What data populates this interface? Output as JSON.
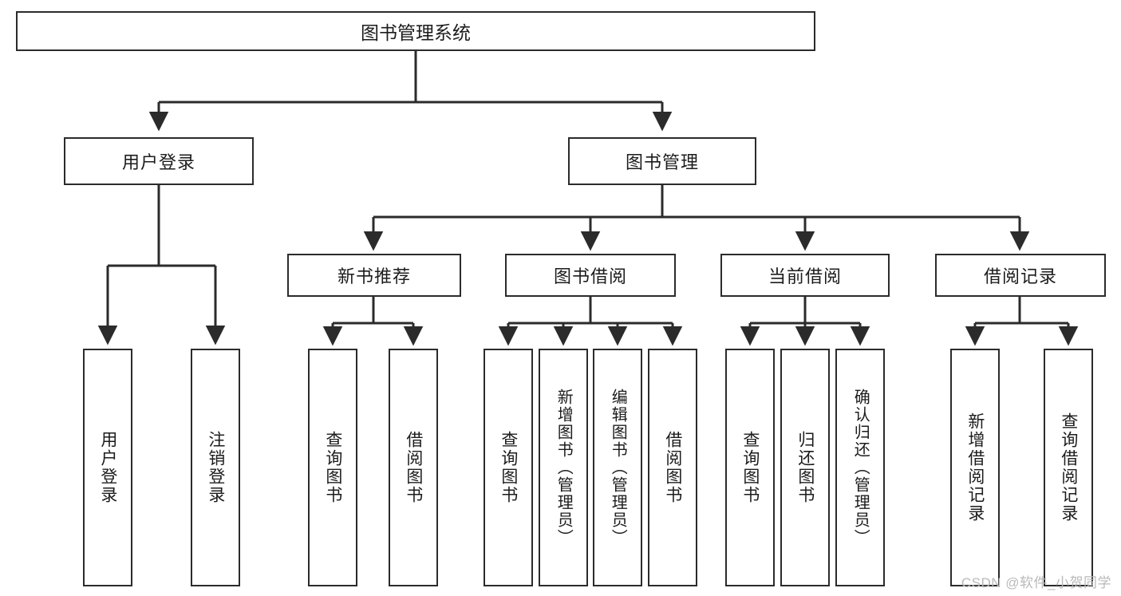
{
  "diagram": {
    "type": "tree-hierarchy",
    "root": {
      "label": "图书管理系统"
    },
    "level1": [
      {
        "label": "用户登录"
      },
      {
        "label": "图书管理"
      }
    ],
    "level2": [
      {
        "label": "新书推荐"
      },
      {
        "label": "图书借阅"
      },
      {
        "label": "当前借阅"
      },
      {
        "label": "借阅记录"
      }
    ],
    "leaves": {
      "user_login": [
        {
          "label": "用户登录"
        },
        {
          "label": "注销登录"
        }
      ],
      "new_book_recommend": [
        {
          "label": "查询图书"
        },
        {
          "label": "借阅图书"
        }
      ],
      "book_borrow": [
        {
          "label": "查询图书"
        },
        {
          "label": "新增图书（管理员）"
        },
        {
          "label": "编辑图书（管理员）"
        },
        {
          "label": "借阅图书"
        }
      ],
      "current_borrow": [
        {
          "label": "查询图书"
        },
        {
          "label": "归还图书"
        },
        {
          "label": "确认归还（管理员）"
        }
      ],
      "borrow_record": [
        {
          "label": "新增借阅记录"
        },
        {
          "label": "查询借阅记录"
        }
      ]
    }
  },
  "watermark": {
    "text": "CSDN @软件_小贺同学"
  },
  "colors": {
    "stroke": "#2b2b2b",
    "text": "#1c1c1c",
    "background": "#ffffff",
    "watermark": "#b9b9b9"
  }
}
